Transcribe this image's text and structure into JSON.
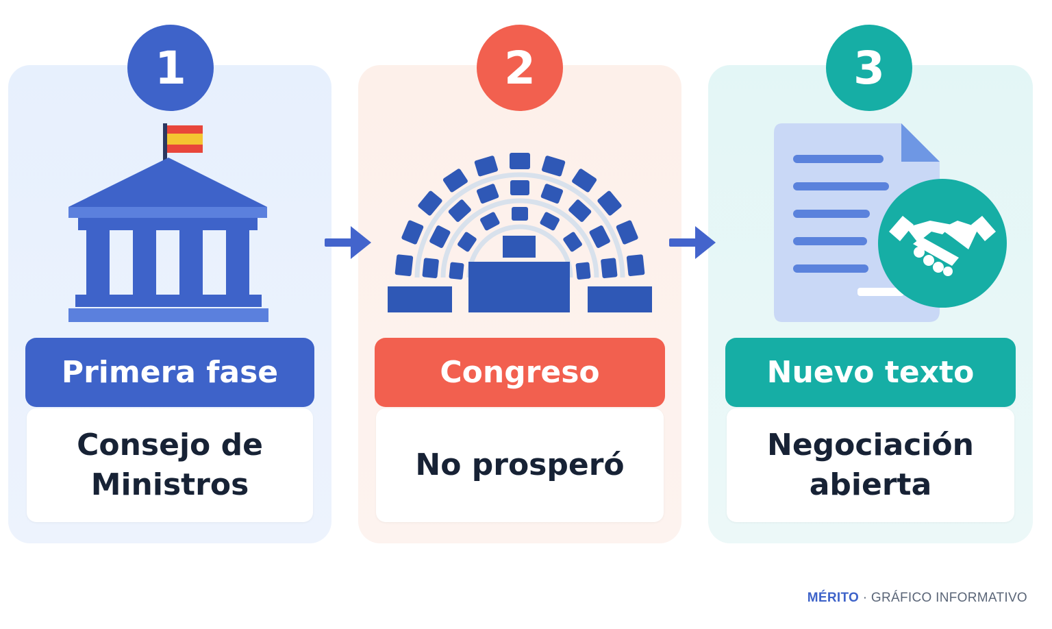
{
  "colors": {
    "step1": "#3e63c9",
    "step2": "#f2604f",
    "step3": "#16aea5",
    "text_dark": "#172235"
  },
  "steps": [
    {
      "number": "1",
      "title": "Primera fase",
      "description_lines": [
        "Consejo de",
        "Ministros"
      ],
      "icon": "government-building-flag-icon"
    },
    {
      "number": "2",
      "title": "Congreso",
      "description_lines": [
        "No prosperó"
      ],
      "icon": "parliament-hemicycle-icon"
    },
    {
      "number": "3",
      "title": "Nuevo texto",
      "description_lines": [
        "Negociación",
        "abierta"
      ],
      "icon": "document-handshake-icon"
    }
  ],
  "connector_icon": "arrow-right-icon",
  "footer": {
    "brand": "MÉRITO",
    "separator": "·",
    "text": "GRÁFICO INFORMATIVO"
  }
}
